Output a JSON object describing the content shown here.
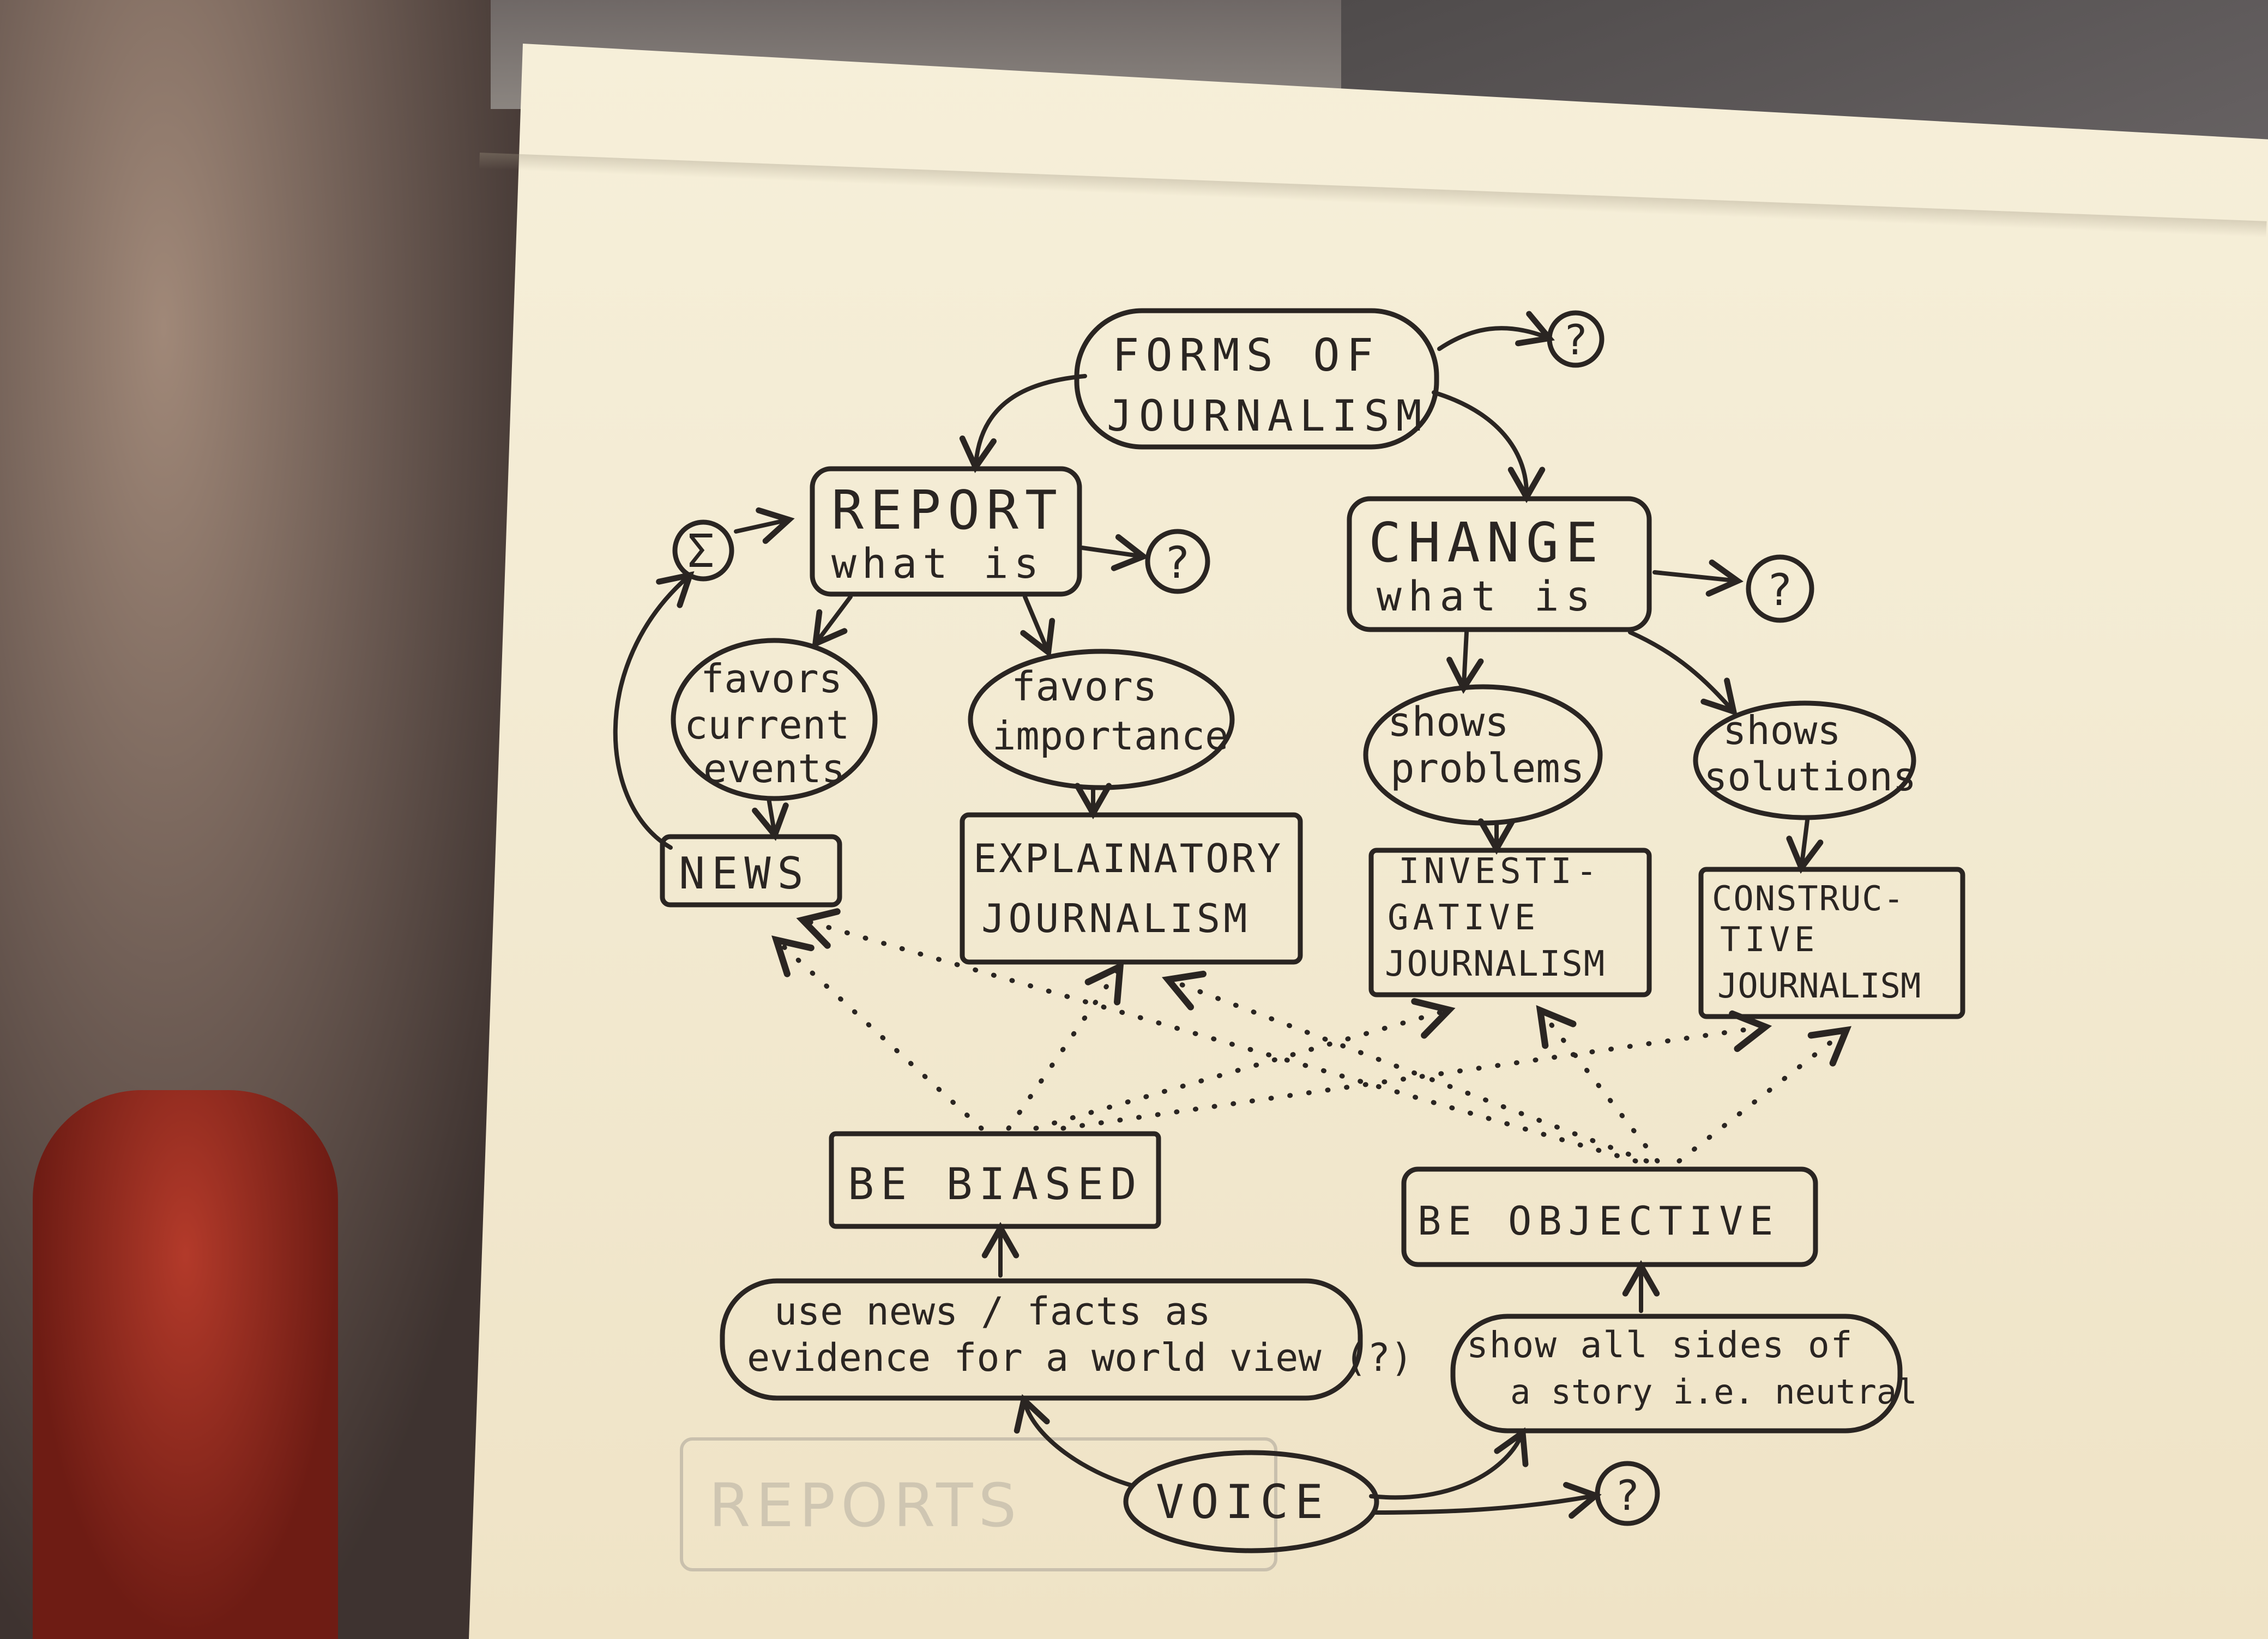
{
  "diagram": {
    "root": {
      "line1": "FORMS OF",
      "line2": "JOURNALISM"
    },
    "report": {
      "title": "REPORT",
      "subtitle": "what is"
    },
    "change": {
      "title": "CHANGE",
      "subtitle": "what is"
    },
    "question": "?",
    "sigma": "Σ",
    "favors_current": {
      "line1": "favors",
      "line2": "current",
      "line3": "events"
    },
    "favors_importance": {
      "line1": "favors",
      "line2": "importance"
    },
    "shows_problems": {
      "line1": "shows",
      "line2": "problems"
    },
    "shows_solutions": {
      "line1": "shows",
      "line2": "solutions"
    },
    "news": "NEWS",
    "explanatory": {
      "line1": "EXPLAINATORY",
      "line2": "JOURNALISM"
    },
    "investigative": {
      "line1": "INVESTI-",
      "line2": "GATIVE",
      "line3": "JOURNALISM"
    },
    "constructive": {
      "line1": "CONSTRUC-",
      "line2": "TIVE",
      "line3": "JOURNALISM"
    },
    "be_biased": "BE BIASED",
    "be_objective": "BE OBJECTIVE",
    "use_news": {
      "line1": "use news / facts as",
      "line2": "evidence for a world view (?)"
    },
    "show_all": {
      "line1": "show all sides of",
      "line2": "a story i.e. neutral"
    },
    "voice": "VOICE"
  }
}
